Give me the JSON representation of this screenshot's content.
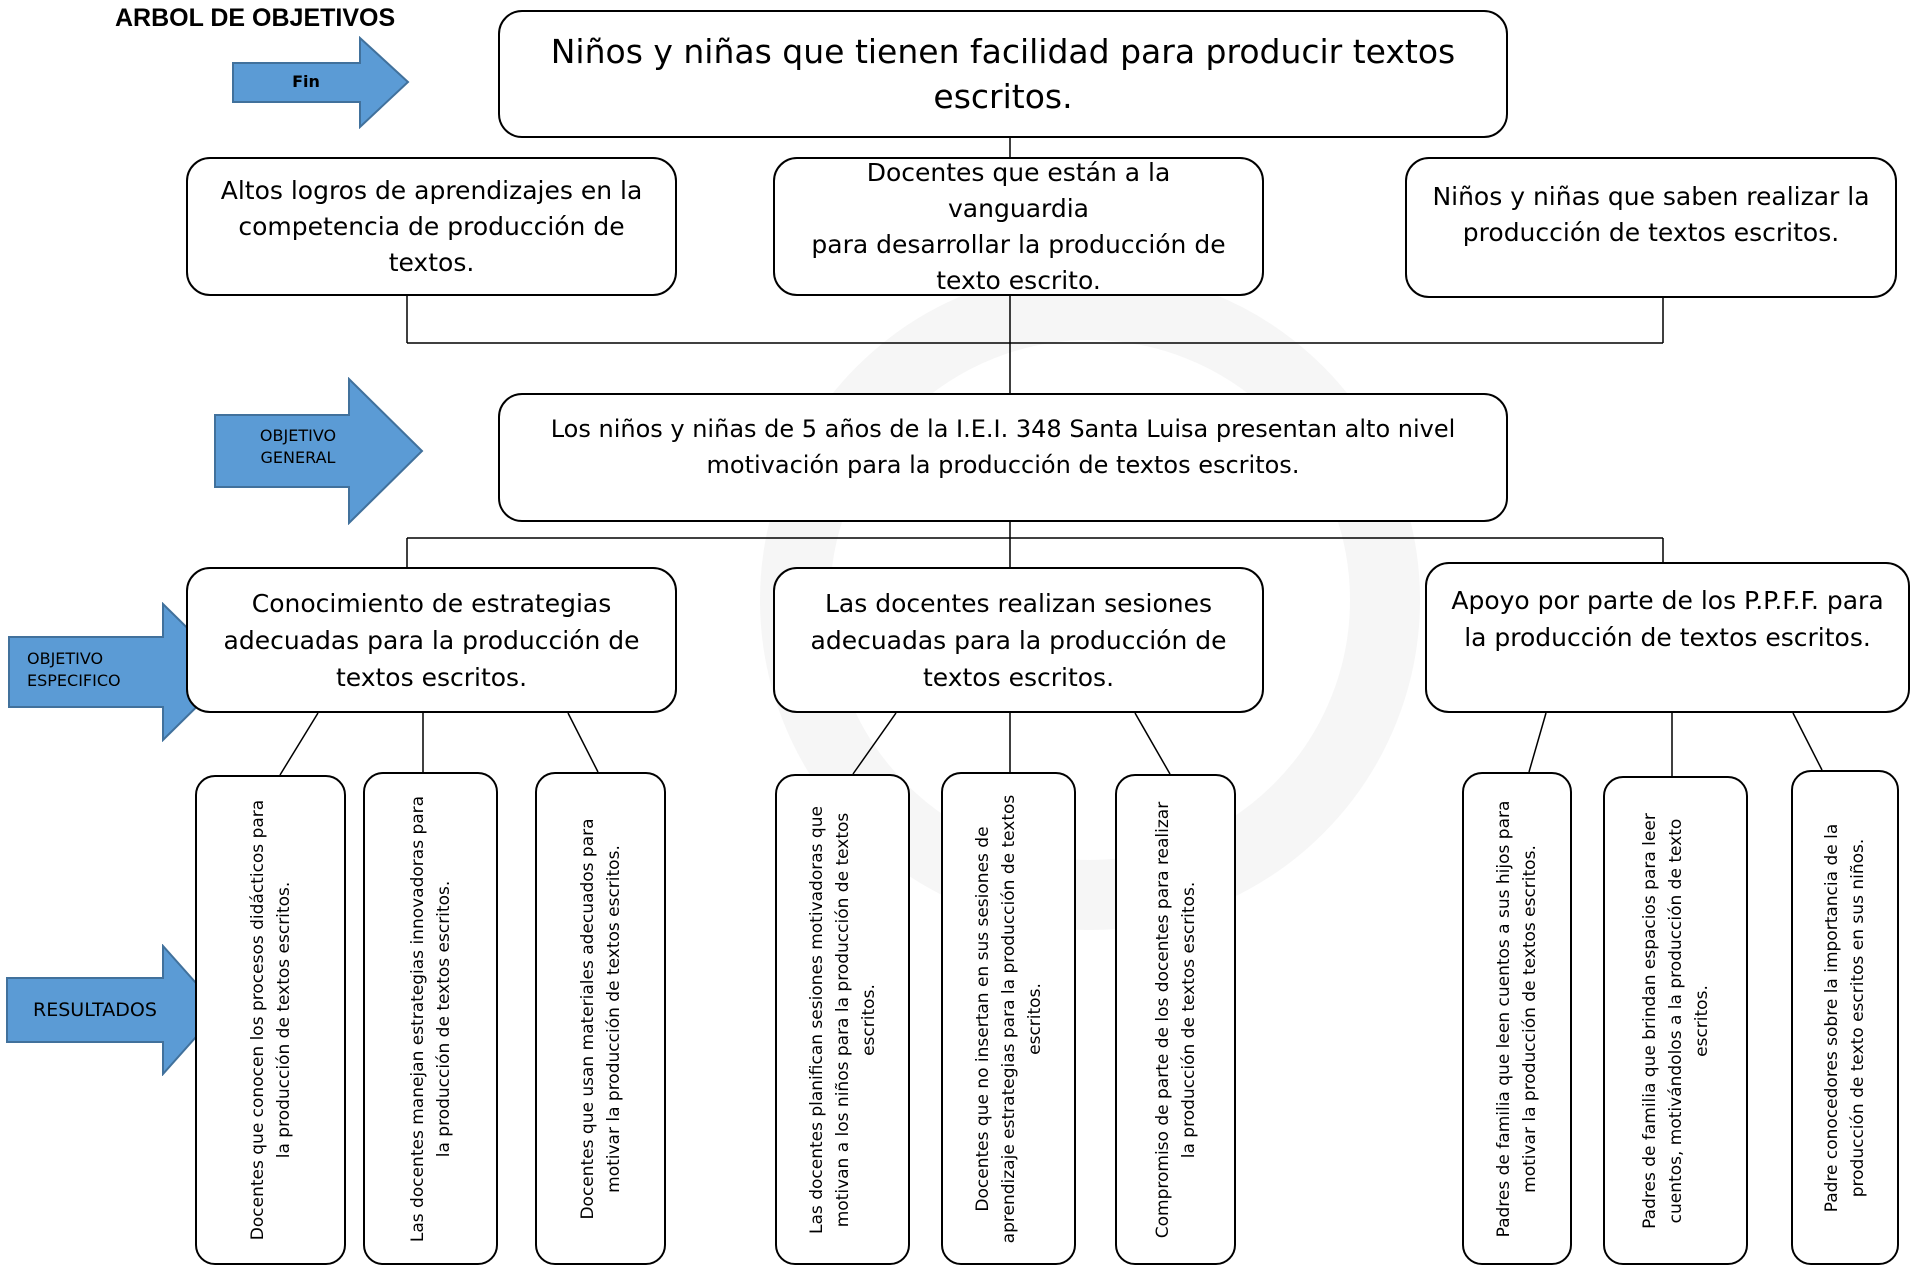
{
  "title": "ARBOL DE OBJETIVOS",
  "colors": {
    "arrow_fill": "#5B9BD5",
    "arrow_stroke": "#41719C",
    "box_border": "#000000"
  },
  "arrows": {
    "fin": "Fin",
    "general_line1": "OBJETIVO",
    "general_line2": "GENERAL",
    "especifico_line1": "OBJETIVO",
    "especifico_line2": "ESPECIFICO",
    "resultados": "RESULTADOS"
  },
  "fin": {
    "line1": "Niños y niñas que tienen facilidad para producir textos",
    "line2": "escritos."
  },
  "effects": [
    {
      "line1": "Altos logros de aprendizajes en la",
      "line2": "competencia de producción de",
      "line3": "textos."
    },
    {
      "line1": "Docentes que están a la vanguardia",
      "line2": "para desarrollar la producción de",
      "line3": "texto escrito."
    },
    {
      "line1": "Niños y niñas que saben realizar la",
      "line2": "producción de textos escritos.",
      "line3": ""
    }
  ],
  "general": {
    "line1": "Los niños y niñas de 5 años de la I.E.I. 348 Santa Luisa presentan alto nivel",
    "line2": "motivación para la producción de textos escritos."
  },
  "specific": [
    {
      "line1": "Conocimiento de estrategias",
      "line2": "adecuadas para la producción de",
      "line3": "textos escritos."
    },
    {
      "line1": "Las docentes realizan sesiones",
      "line2": "adecuadas para la producción de",
      "line3": "textos escritos."
    },
    {
      "line1": "Apoyo por parte de los P.P.F.F. para",
      "line2": "la producción de textos escritos.",
      "line3": ""
    }
  ],
  "results": [
    {
      "text": "Docentes que conocen los procesos didácticos para la producción de textos escritos."
    },
    {
      "text": "Las docentes manejan estrategias innovadoras para la producción de textos escritos."
    },
    {
      "text": "Docentes que usan materiales adecuados para motivar la producción de textos escritos."
    },
    {
      "text": "Las docentes planifican sesiones motivadoras que motivan a los niños para la producción de textos escritos."
    },
    {
      "text": "Docentes que no insertan en sus sesiones de aprendizaje estrategias para la producción de textos escritos."
    },
    {
      "text": "Compromiso de parte de los docentes para realizar la producción de textos escritos."
    },
    {
      "text": "Padres de familia que leen cuentos a sus hijos para motivar la producción de textos escritos."
    },
    {
      "text": "Padres de familia que brindan espacios para leer cuentos, motivándolos a la producción de texto escritos."
    },
    {
      "text": "Padre conocedores sobre la importancia de la producción de  texto escritos  en sus niños."
    }
  ]
}
